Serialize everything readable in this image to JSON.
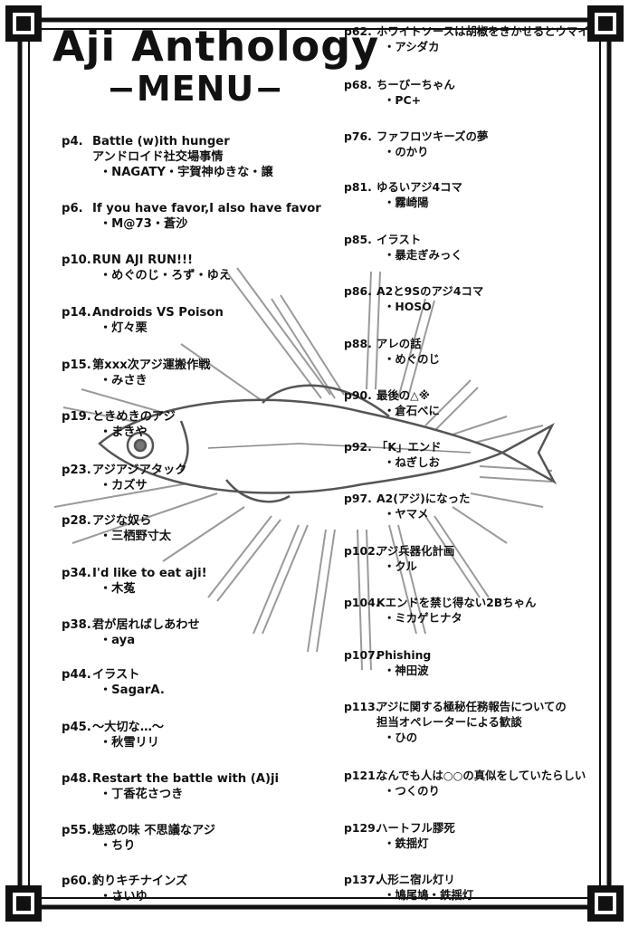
{
  "header": {
    "title": "Aji Anthology",
    "subtitle": "−MENU−"
  },
  "left_entries": [
    {
      "page": "p4.",
      "lines": [
        "Battle (w)ith hunger",
        "アンドロイド社交場事情"
      ],
      "author": "・NAGATY・宇賀神ゆきな・譲"
    },
    {
      "page": "p6.",
      "lines": [
        "If you have favor,I also have favor"
      ],
      "author": "・M@73・蒼沙"
    },
    {
      "page": "p10.",
      "lines": [
        "RUN AJI RUN!!!"
      ],
      "author": "・めぐのじ・ろず・ゆえ"
    },
    {
      "page": "p14.",
      "lines": [
        "Androids VS Poison"
      ],
      "author": "・灯々栗"
    },
    {
      "page": "p15.",
      "lines": [
        "第xxx次アジ運搬作戦"
      ],
      "author": "・みさき"
    },
    {
      "page": "p19.",
      "lines": [
        "ときめきのアジ"
      ],
      "author": "・まきや"
    },
    {
      "page": "p23.",
      "lines": [
        "アジアジアタック"
      ],
      "author": "・カズサ"
    },
    {
      "page": "p28.",
      "lines": [
        "アジな奴ら"
      ],
      "author": "・三栖野寸太"
    },
    {
      "page": "p34.",
      "lines": [
        "I'd like to eat aji!"
      ],
      "author": "・木菟"
    },
    {
      "page": "p38.",
      "lines": [
        "君が居ればしあわせ"
      ],
      "author": "・aya"
    },
    {
      "page": "p44.",
      "lines": [
        "イラスト"
      ],
      "author": "・SagarA."
    },
    {
      "page": "p45.",
      "lines": [
        "〜大切な…〜"
      ],
      "author": "・秋雪リリ"
    },
    {
      "page": "p48.",
      "lines": [
        "Restart the battle with (A)ji"
      ],
      "author": "・丁香花さつき"
    },
    {
      "page": "p55.",
      "lines": [
        "魅惑の味 不思議なアジ"
      ],
      "author": "・ちり"
    },
    {
      "page": "p60.",
      "lines": [
        "釣りキチナインズ"
      ],
      "author": "・さいゆ"
    }
  ],
  "right_entries": [
    {
      "page": "p62.",
      "lines": [
        "ホワイトソースは胡椒をきかせるとウマイ"
      ],
      "author": "・アシダカ"
    },
    {
      "page": "p68.",
      "lines": [
        "ちーびーちゃん"
      ],
      "author": "・PC+"
    },
    {
      "page": "p76.",
      "lines": [
        "ファフロツキーズの夢"
      ],
      "author": "・のかり"
    },
    {
      "page": "p81.",
      "lines": [
        "ゆるいアジ4コマ"
      ],
      "author": "・霧崎陽"
    },
    {
      "page": "p85.",
      "lines": [
        "イラスト"
      ],
      "author": "・暴走ぎみっく"
    },
    {
      "page": "p86.",
      "lines": [
        "A2と9Sのアジ4コマ"
      ],
      "author": "・HOSO"
    },
    {
      "page": "p88.",
      "lines": [
        "アレの話"
      ],
      "author": "・めぐのじ"
    },
    {
      "page": "p90.",
      "lines": [
        "最後の△※"
      ],
      "author": "・倉石べに"
    },
    {
      "page": "p92.",
      "lines": [
        "「K」エンド"
      ],
      "author": "・ねぎしお"
    },
    {
      "page": "p97.",
      "lines": [
        "A2(アジ)になった"
      ],
      "author": "・ヤマメ"
    },
    {
      "page": "p102.",
      "lines": [
        "アジ兵器化計画"
      ],
      "author": "・クル"
    },
    {
      "page": "p104.",
      "lines": [
        "Kエンドを禁じ得ない2Bちゃん"
      ],
      "author": "・ミカゲヒナタ"
    },
    {
      "page": "p107.",
      "lines": [
        "Phishing"
      ],
      "author": "・神田波"
    },
    {
      "page": "p113.",
      "lines": [
        "アジに関する極秘任務報告についての",
        "担当オペレーターによる歓談"
      ],
      "author": "・ひの"
    },
    {
      "page": "p121.",
      "lines": [
        "なんでも人は○○の真似をしていたらしい"
      ],
      "author": "・つくのり"
    },
    {
      "page": "p129.",
      "lines": [
        "ハートフル膠死"
      ],
      "author": "・鉄揺灯"
    },
    {
      "page": "p137.",
      "lines": [
        "人形ニ宿ル灯リ"
      ],
      "author": "・鳩尾鳩・鉄揺灯"
    }
  ]
}
